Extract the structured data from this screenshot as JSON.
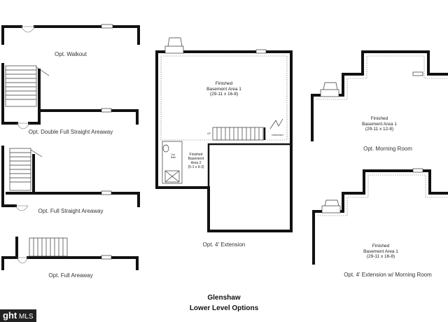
{
  "plans": {
    "walkout": {
      "label": "Opt. Walkout"
    },
    "double_areaway": {
      "label": "Opt. Double Full Straight Areaway"
    },
    "straight_areaway": {
      "label": "Opt. Full Straight Areaway"
    },
    "full_areaway": {
      "label": "Opt. Full Areaway"
    },
    "extension": {
      "label": "Opt. 4' Extension",
      "room1_title_line1": "Finished",
      "room1_title_line2": "Basement Area 1",
      "room1_dims": "(29-11 x 16-8)",
      "room2_title_line1": "Finished",
      "room2_title_line2": "Basement",
      "room2_title_line3": "Area 2",
      "room2_dims": "(5-1 x 9-3)",
      "bath_line1": "Opt.",
      "bath_line2": "Bath",
      "unfinished_label": "Unfinished",
      "stair_label": "UP"
    },
    "morning_room": {
      "label": "Opt. Morning Room",
      "room_title_line1": "Finished",
      "room_title_line2": "Basement Area 1",
      "room_dims": "(29-11 x 12-8)"
    },
    "extension_morning": {
      "label": "Opt. 4' Extension w/ Morning Room",
      "room_title_line1": "Finished",
      "room_title_line2": "Basement Area 1",
      "room_dims": "(29-11 x 16-8)"
    }
  },
  "footer": {
    "model_name": "Glenshaw",
    "subtitle": "Lower Level Options"
  },
  "watermark": {
    "text_big": "ght",
    "text_small": "MLS"
  }
}
